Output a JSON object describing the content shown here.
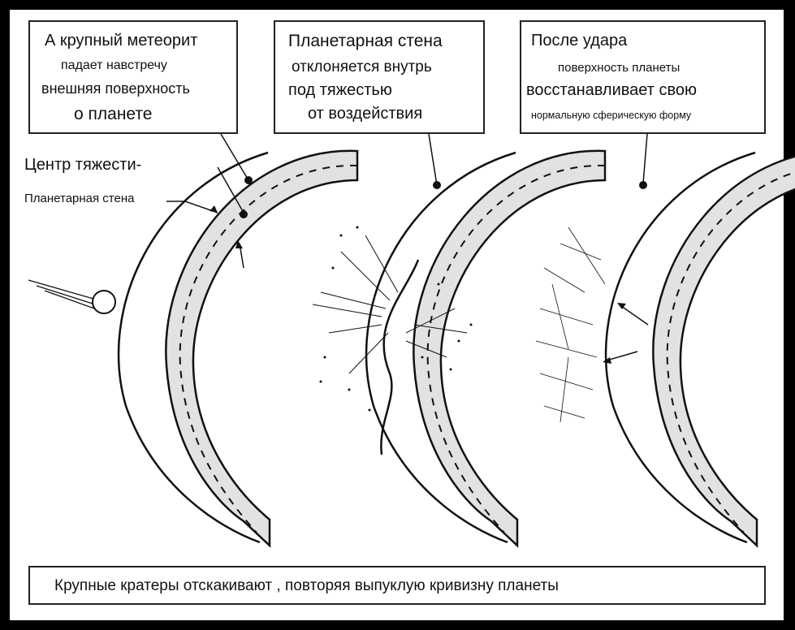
{
  "boxes": [
    {
      "lines": [
        "А крупный метеорит",
        "падает навстречу",
        "внешняя поверхность",
        "о планете"
      ]
    },
    {
      "lines": [
        "Планетарная стена",
        "отклоняется внутрь",
        "под тяжестью",
        "от воздействия"
      ]
    },
    {
      "lines": [
        "После удара",
        "поверхность планеты",
        "восстанавливает свою",
        "нормальную сферическую форму"
      ]
    }
  ],
  "labels": {
    "center": "Центр тяжести-",
    "wall": "Планетарная стена"
  },
  "caption": "Крупные кратеры отскакивают , повторяя выпуклую кривизну планеты",
  "colors": {
    "band": "#e2e2e2",
    "ink": "#111111"
  }
}
